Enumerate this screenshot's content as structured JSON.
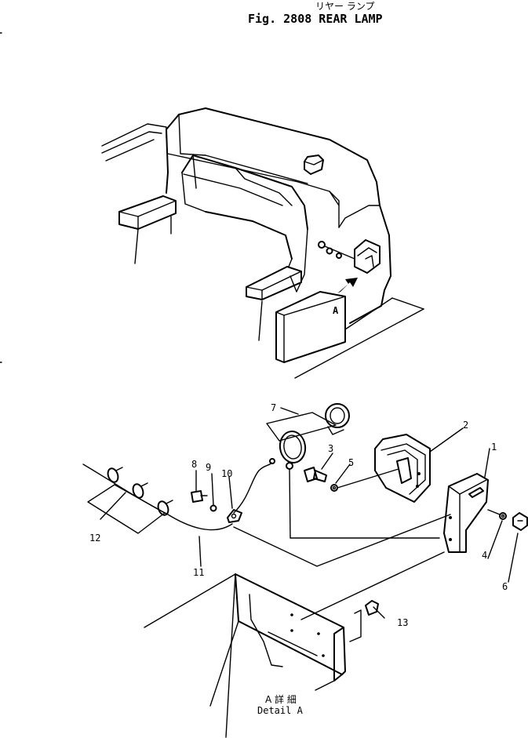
{
  "header": {
    "japanese_title": "リヤー ランプ",
    "figure_title": "Fig. 2808  REAR  LAMP"
  },
  "callouts": {
    "view_arrow": "A",
    "parts": [
      "1",
      "2",
      "3",
      "4",
      "5",
      "6",
      "7",
      "8",
      "9",
      "10",
      "11",
      "12",
      "13"
    ]
  },
  "detail": {
    "japanese": "A 詳 細",
    "english": "Detail A"
  }
}
